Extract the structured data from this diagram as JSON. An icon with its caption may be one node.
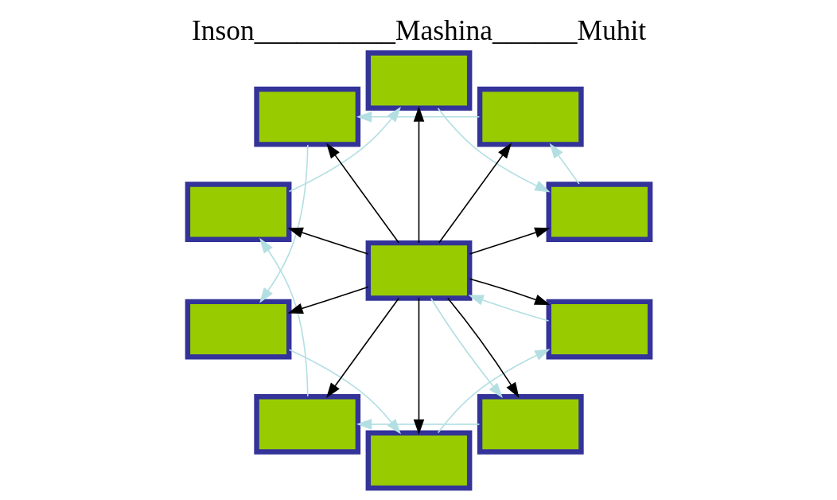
{
  "diagram": {
    "title": "Inson__________Mashina______Muhit",
    "nodes": [
      {
        "text": [],
        "shape": "box"
      },
      {
        "text": [],
        "shape": "box"
      },
      {
        "text": [],
        "shape": "box"
      },
      {
        "text": [],
        "shape": "box"
      },
      {
        "text": [],
        "shape": "box"
      },
      {
        "text": [],
        "shape": "box"
      },
      {
        "text": [],
        "shape": "box"
      },
      {
        "text": [],
        "shape": "box"
      },
      {
        "text": [],
        "shape": "box"
      },
      {
        "text": [],
        "shape": "box"
      },
      {
        "text": [],
        "shape": "box"
      }
    ],
    "edges": [
      {
        "from": 10,
        "to": 8,
        "arrow": "to",
        "color": "#000000"
      },
      {
        "from": 10,
        "to": 6,
        "arrow": "to",
        "color": "#000000"
      },
      {
        "from": 10,
        "to": 4,
        "arrow": "to",
        "color": "#000000"
      },
      {
        "from": 10,
        "to": 2,
        "arrow": "to",
        "color": "#000000"
      },
      {
        "from": 10,
        "to": 0,
        "arrow": "to",
        "color": "#000000"
      },
      {
        "from": 10,
        "to": 1,
        "arrow": "to",
        "color": "#000000"
      },
      {
        "from": 10,
        "to": 3,
        "arrow": "to",
        "color": "#000000"
      },
      {
        "from": 10,
        "to": 5,
        "arrow": "to",
        "color": "#000000"
      },
      {
        "from": 10,
        "to": 7,
        "arrow": "to",
        "color": "#000000"
      },
      {
        "from": 10,
        "to": 9,
        "arrow": "to",
        "color": "#000000"
      },
      {
        "from": 10,
        "to": 8,
        "arrow": "to"
      },
      {
        "from": 8,
        "to": 6,
        "arrow": "to"
      },
      {
        "from": 6,
        "to": 4,
        "arrow": "to"
      },
      {
        "from": 4,
        "to": 2,
        "arrow": "to"
      },
      {
        "from": 2,
        "to": 0,
        "arrow": "to"
      },
      {
        "from": 0,
        "to": 1,
        "arrow": "to"
      },
      {
        "from": 1,
        "to": 3,
        "arrow": "to"
      },
      {
        "from": 3,
        "to": 5,
        "arrow": "to"
      },
      {
        "from": 5,
        "to": 7,
        "arrow": "to"
      },
      {
        "from": 7,
        "to": 9,
        "arrow": "to"
      },
      {
        "from": 9,
        "to": 10,
        "arrow": "to"
      }
    ]
  }
}
